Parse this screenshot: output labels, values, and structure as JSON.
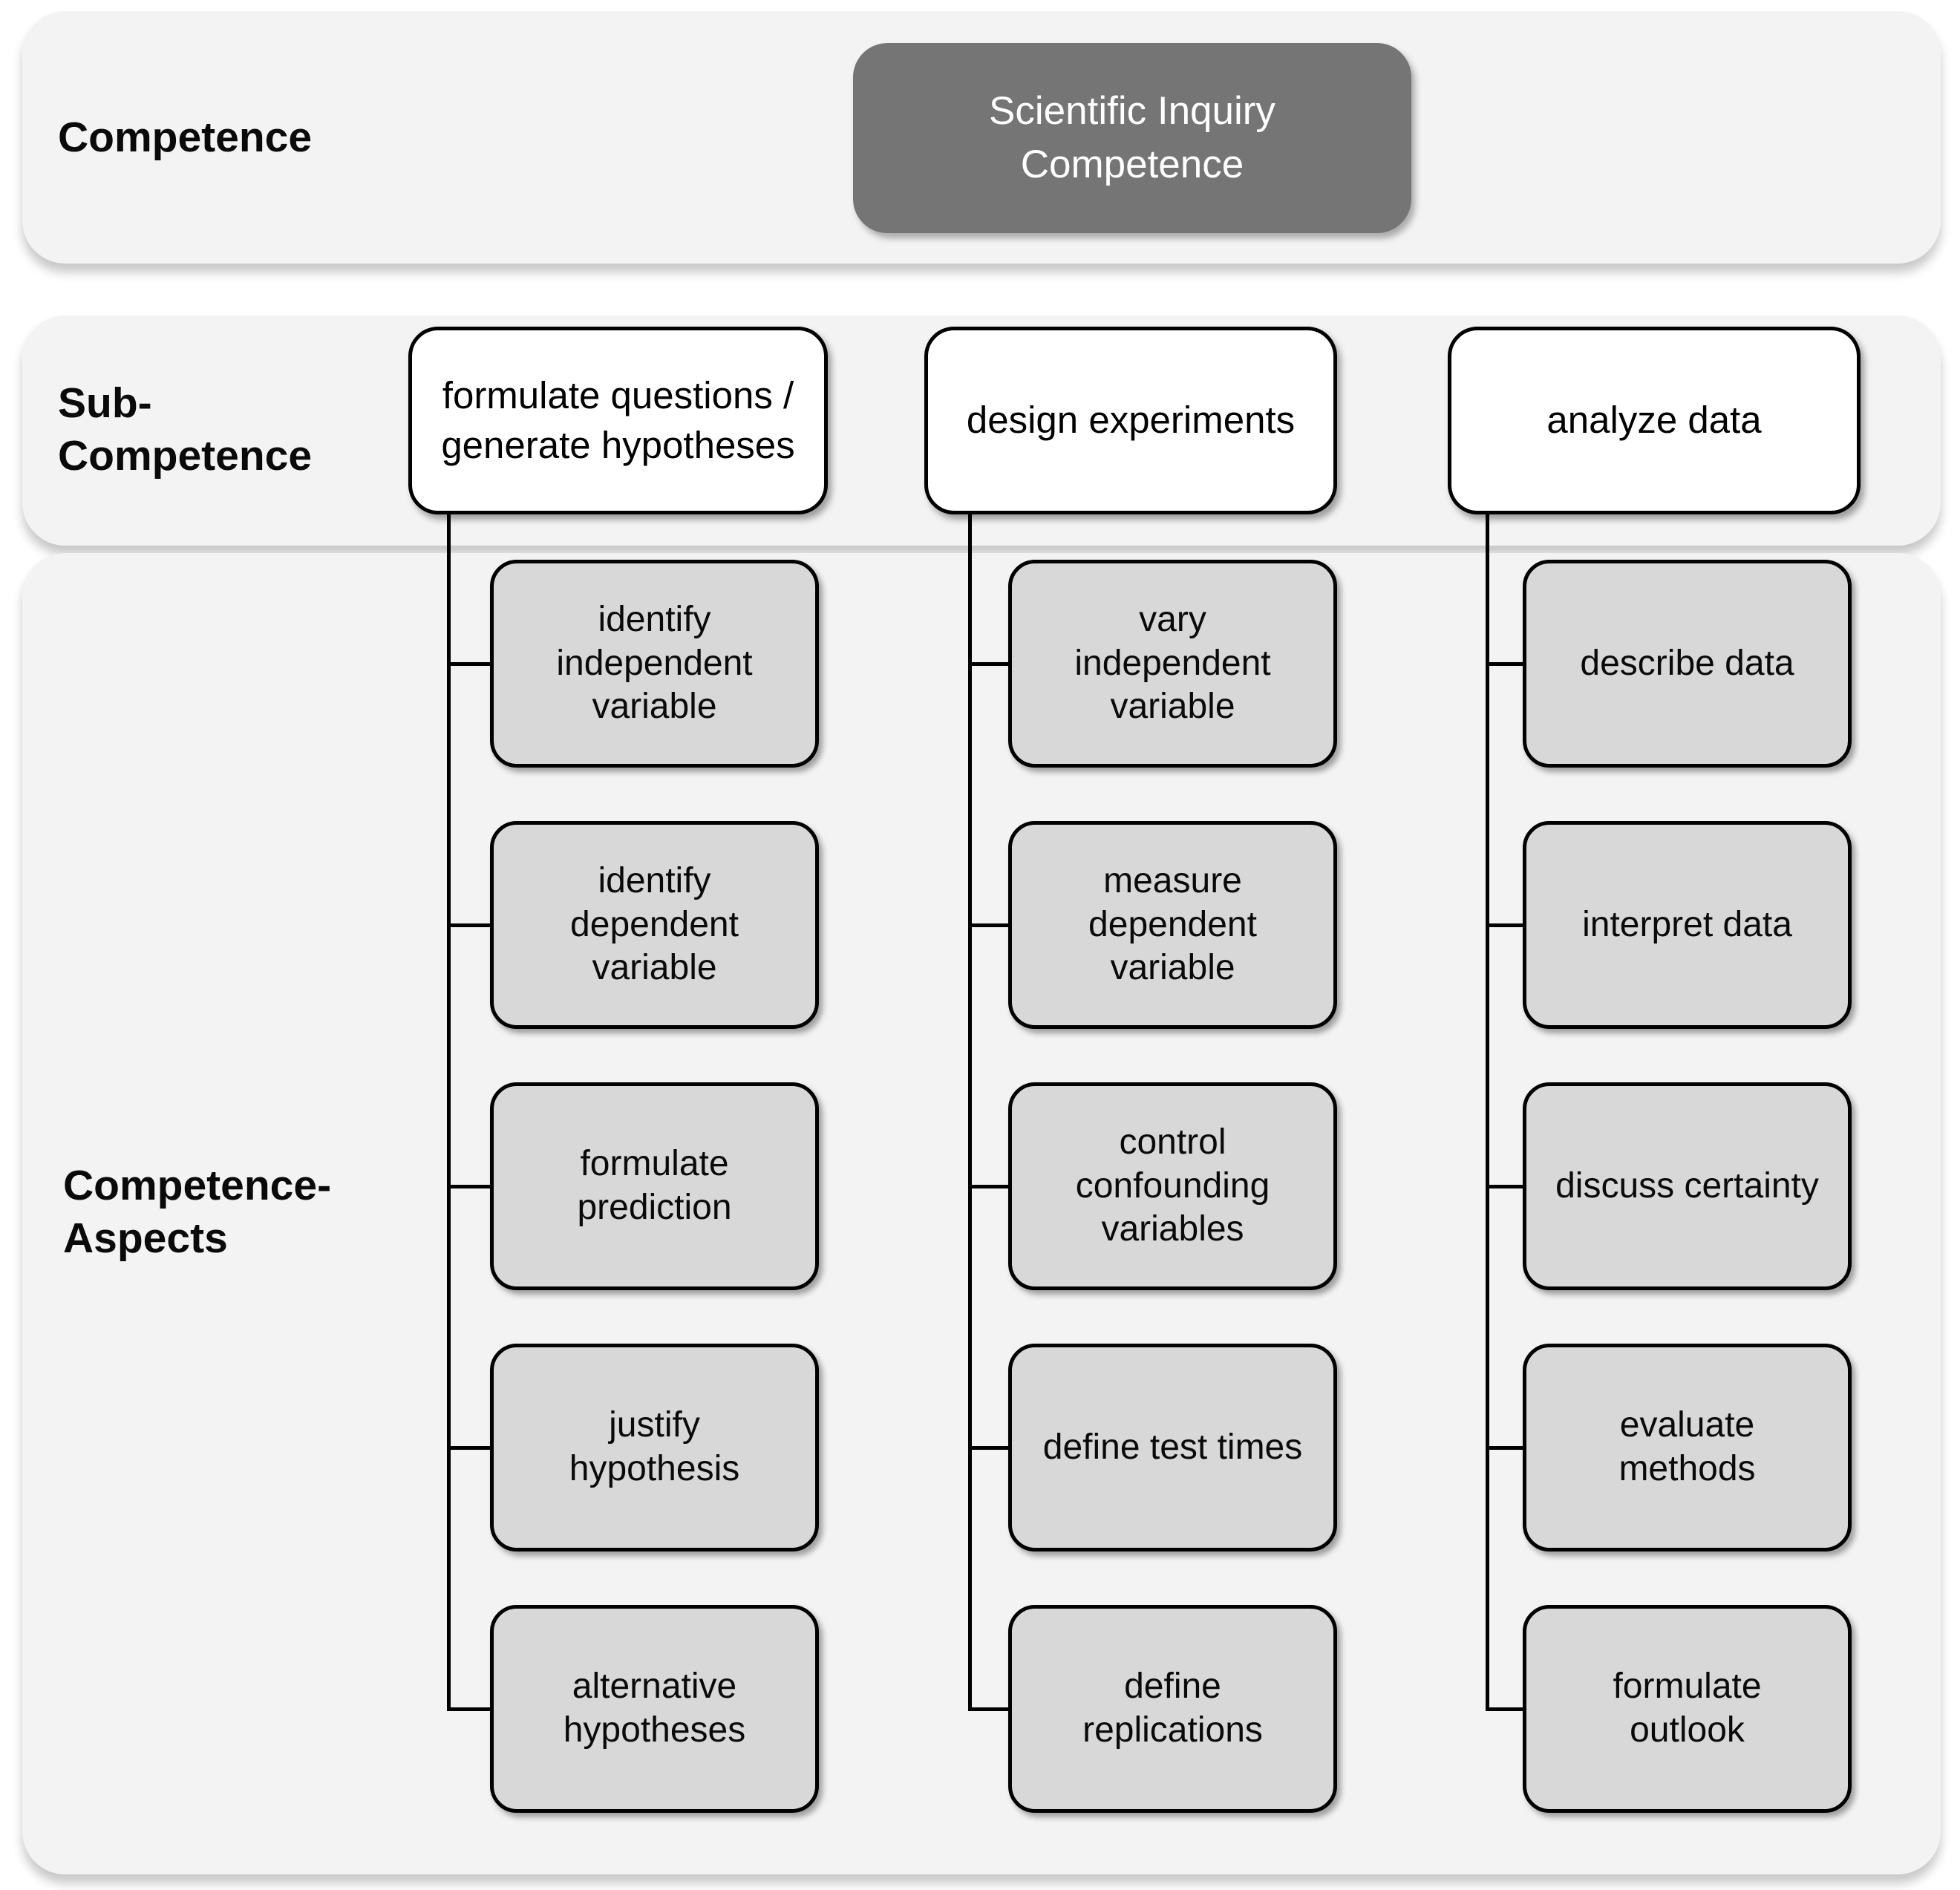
{
  "labels": {
    "competence": "Competence",
    "sub_competence_lines": [
      "Sub-",
      "Competence"
    ],
    "competence_aspects_lines": [
      "Competence-",
      "Aspects"
    ]
  },
  "competence_box": {
    "label": "Scientific Inquiry Competence",
    "lines": [
      "Scientific Inquiry",
      "Competence"
    ]
  },
  "sub_competences": [
    {
      "label": "formulate questions / generate hypotheses",
      "lines": [
        "formulate questions /",
        "generate hypotheses"
      ],
      "aspects": [
        {
          "label": "identify independent variable",
          "lines": [
            "identify",
            "independent",
            "variable"
          ]
        },
        {
          "label": "identify dependent variable",
          "lines": [
            "identify",
            "dependent",
            "variable"
          ]
        },
        {
          "label": "formulate prediction",
          "lines": [
            "formulate",
            "prediction"
          ]
        },
        {
          "label": "justify hypothesis",
          "lines": [
            "justify",
            "hypothesis"
          ]
        },
        {
          "label": "alternative hypotheses",
          "lines": [
            "alternative",
            "hypotheses"
          ]
        }
      ]
    },
    {
      "label": "design experiments",
      "lines": [
        "design experiments"
      ],
      "aspects": [
        {
          "label": "vary independent variable",
          "lines": [
            "vary",
            "independent",
            "variable"
          ]
        },
        {
          "label": "measure dependent variable",
          "lines": [
            "measure",
            "dependent",
            "variable"
          ]
        },
        {
          "label": "control confounding variables",
          "lines": [
            "control",
            "confounding",
            "variables"
          ]
        },
        {
          "label": "define test times",
          "lines": [
            "define test times"
          ]
        },
        {
          "label": "define replications",
          "lines": [
            "define",
            "replications"
          ]
        }
      ]
    },
    {
      "label": "analyze data",
      "lines": [
        "analyze data"
      ],
      "aspects": [
        {
          "label": "describe data",
          "lines": [
            "describe data"
          ]
        },
        {
          "label": "interpret data",
          "lines": [
            "interpret data"
          ]
        },
        {
          "label": "discuss certainty",
          "lines": [
            "discuss certainty"
          ]
        },
        {
          "label": "evaluate methods",
          "lines": [
            "evaluate",
            "methods"
          ]
        },
        {
          "label": "formulate outlook",
          "lines": [
            "formulate",
            "outlook"
          ]
        }
      ]
    }
  ],
  "colors": {
    "page_background": "#ffffff",
    "panel_background": "#f3f3f3",
    "competence_box_background": "#757575",
    "competence_box_text": "#ffffff",
    "sub_box_background": "#ffffff",
    "aspect_box_background": "#d8d8d8",
    "box_border": "#000000",
    "connector": "#000000"
  }
}
